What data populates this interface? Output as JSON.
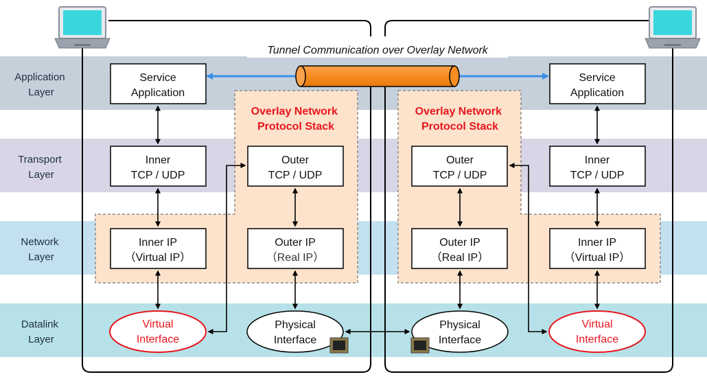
{
  "title": "Tunnel Communication over Overlay Network",
  "layers": [
    {
      "label": [
        "Application",
        "Layer"
      ],
      "color": "#c5d0db"
    },
    {
      "label": [
        "Transport",
        "Layer"
      ],
      "color": "#d8d5e6"
    },
    {
      "label": [
        "Network",
        "Layer"
      ],
      "color": "#c3e0ee"
    },
    {
      "label": [
        "Datalink",
        "Layer"
      ],
      "color": "#b7e1e8"
    }
  ],
  "stack_title": [
    "Overlay Network",
    "Protocol Stack"
  ],
  "left": {
    "service": [
      "Service",
      "Application"
    ],
    "inner_tcp": [
      "Inner",
      "TCP / UDP"
    ],
    "outer_tcp": [
      "Outer",
      "TCP / UDP"
    ],
    "inner_ip": [
      "Inner IP",
      "（Virtual IP）"
    ],
    "outer_ip": [
      "Outer IP",
      "（Real IP）"
    ],
    "virtual_if": [
      "Virtual",
      "Interface"
    ],
    "physical_if": [
      "Physical",
      "Interface"
    ]
  },
  "right": {
    "service": [
      "Service",
      "Application"
    ],
    "inner_tcp": [
      "Inner",
      "TCP / UDP"
    ],
    "outer_tcp": [
      "Outer",
      "TCP / UDP"
    ],
    "inner_ip": [
      "Inner IP",
      "（Virtual IP）"
    ],
    "outer_ip": [
      "Outer IP",
      "（Real IP）"
    ],
    "virtual_if": [
      "Virtual",
      "Interface"
    ],
    "physical_if": [
      "Physical",
      "Interface"
    ]
  },
  "colors": {
    "overlay_fill": "#fde3cc",
    "tunnel": "#f68c22",
    "link_arrow": "#3a8ee6",
    "virtual_red": "#e8151d",
    "laptop_screen": "#3ad6dd"
  }
}
